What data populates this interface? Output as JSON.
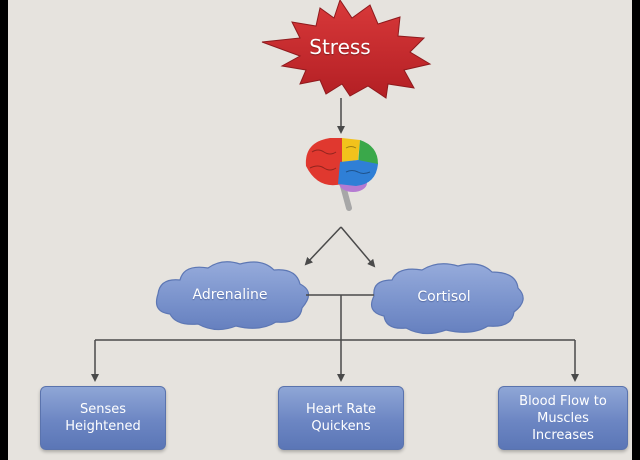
{
  "nodes": {
    "stress": "Stress",
    "adrenaline": "Adrenaline",
    "cortisol": "Cortisol",
    "senses": "Senses\nHeightened",
    "heart_rate": "Heart Rate\nQuickens",
    "blood_flow": "Blood Flow to\nMuscles\nIncreases"
  },
  "colors": {
    "background": "#e6e3de",
    "stress_burst": "#c8282c",
    "cloud_fill": "#7891cb",
    "box_fill": "#6c86c3",
    "arrow": "#4a4a4a"
  },
  "icons": {
    "brain": "brain-icon"
  }
}
